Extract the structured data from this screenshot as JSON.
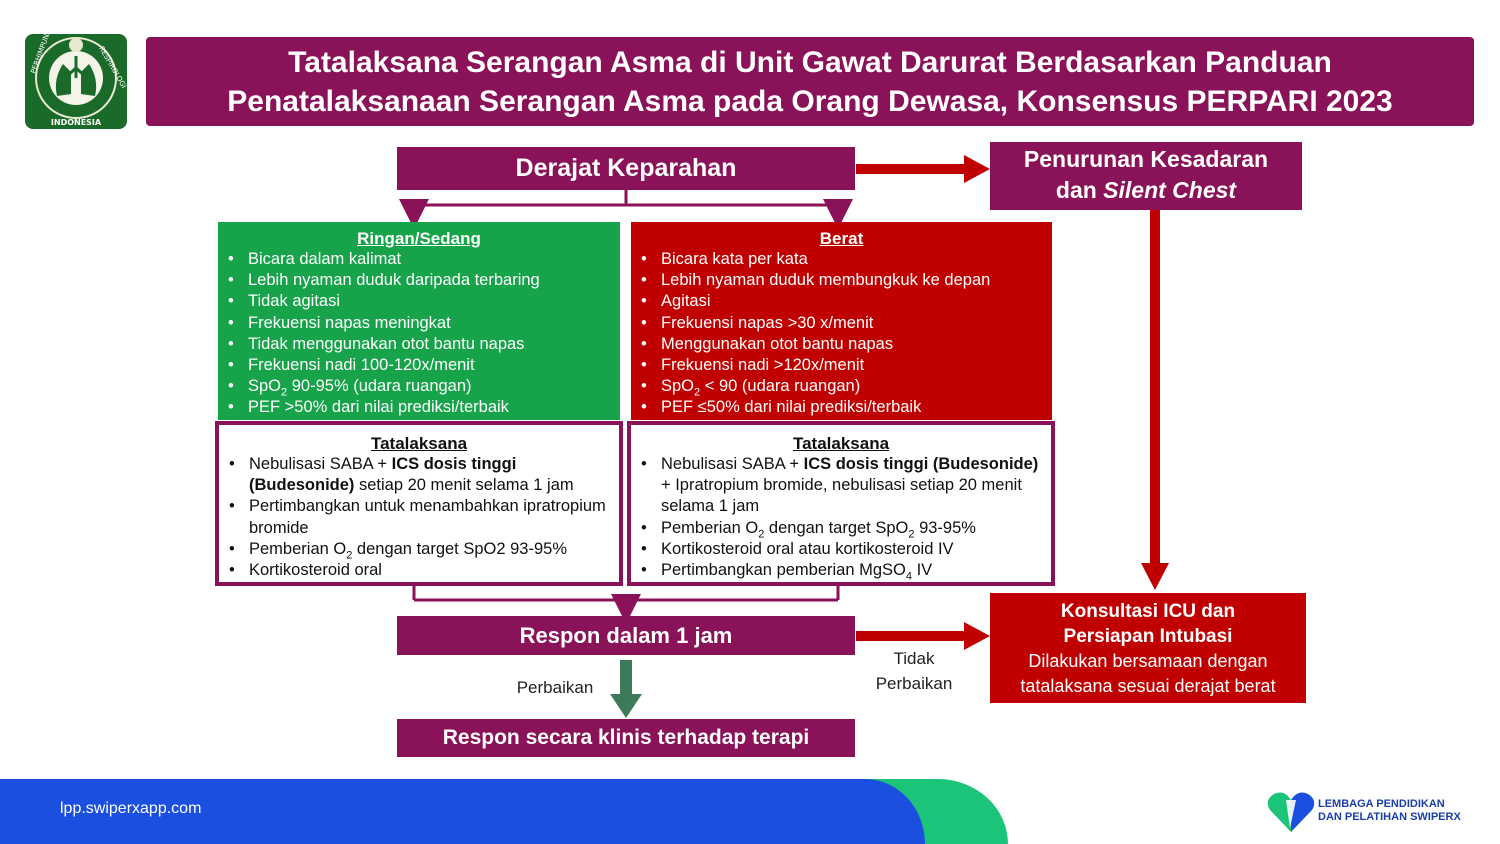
{
  "header": {
    "title_line1": "Tatalaksana Serangan Asma di Unit Gawat Darurat Berdasarkan Panduan",
    "title_line2": "Penatalaksanaan Serangan Asma pada Orang Dewasa, Konsensus PERPARI 2023",
    "logo_top_left": "PERHIMPUNAN",
    "logo_top_right": "RESPIROLOGI",
    "logo_bottom": "INDONESIA"
  },
  "flow": {
    "severity_title": "Derajat Keparahan",
    "consciousness_line1": "Penurunan Kesadaran",
    "consciousness_line2_prefix": "dan",
    "consciousness_line2_italic": "Silent Chest",
    "mild": {
      "title": "Ringan/Sedang",
      "items": [
        "Bicara dalam kalimat",
        "Lebih nyaman duduk daripada terbaring",
        "Tidak agitasi",
        "Frekuensi napas meningkat",
        "Tidak menggunakan otot bantu napas",
        "Frekuensi nadi 100-120x/menit"
      ],
      "spo2_prefix": "SpO",
      "spo2_sub": "2",
      "spo2_rest": " 90-95% (udara ruangan)",
      "pef": "PEF >50% dari nilai prediksi/terbaik"
    },
    "severe": {
      "title": "Berat",
      "items": [
        "Bicara kata per kata",
        "Lebih nyaman duduk membungkuk ke depan",
        "Agitasi",
        "Frekuensi napas >30 x/menit",
        "Menggunakan otot bantu napas",
        "Frekuensi nadi >120x/menit"
      ],
      "spo2_prefix": "SpO",
      "spo2_sub": "2",
      "spo2_rest": " < 90 (udara ruangan)",
      "pef": "PEF ≤50% dari nilai prediksi/terbaik"
    },
    "mild_tx": {
      "title": "Tatalaksana",
      "item1_plain": "Nebulisasi SABA + ",
      "item1_bold": "ICS dosis tinggi",
      "item1_bold2": "(Budesonide)",
      "item1_rest": " setiap 20 menit selama 1 jam",
      "item2": "Pertimbangkan untuk menambahkan ipratropium bromide",
      "item3_prefix": "Pemberian O",
      "item3_sub": "2",
      "item3_rest": " dengan target SpO2 93-95%",
      "item4": "Kortikosteroid oral"
    },
    "severe_tx": {
      "title": "Tatalaksana",
      "item1_plain": "Nebulisasi SABA + ",
      "item1_bold": "ICS dosis tinggi",
      "item1_bold2": "(Budesonide)",
      "item1_rest": " + Ipratropium bromide, nebulisasi setiap 20 menit selama 1 jam",
      "item2_prefix": "Pemberian O",
      "item2_sub": "2",
      "item2_mid": " dengan target SpO",
      "item2_sub2": "2",
      "item2_rest": " 93-95%",
      "item3": "Kortikosteroid oral atau kortikosteroid IV",
      "item4_prefix": "Pertimbangkan pemberian MgSO",
      "item4_sub": "4",
      "item4_rest": " IV"
    },
    "response_title": "Respon dalam 1 jam",
    "improve_label": "Perbaikan",
    "no_improve_line1": "Tidak",
    "no_improve_line2": "Perbaikan",
    "final_title": "Respon secara klinis terhadap terapi",
    "icu_line1": "Konsultasi ICU dan",
    "icu_line2": "Persiapan Intubasi",
    "icu_line3": "Dilakukan bersamaan dengan",
    "icu_line4": "tatalaksana sesuai derajat berat"
  },
  "footer": {
    "url": "lpp.swiperxapp.com",
    "brand_line1": "LEMBAGA PENDIDIKAN",
    "brand_line2": "DAN PELATIHAN SWIPERX"
  },
  "colors": {
    "plum": "#8a1258",
    "red": "#c00000",
    "green": "#16a34a",
    "arrow_green": "#3d7a5a",
    "footer_blue": "#1a4fe0",
    "footer_green": "#1cc47a"
  }
}
